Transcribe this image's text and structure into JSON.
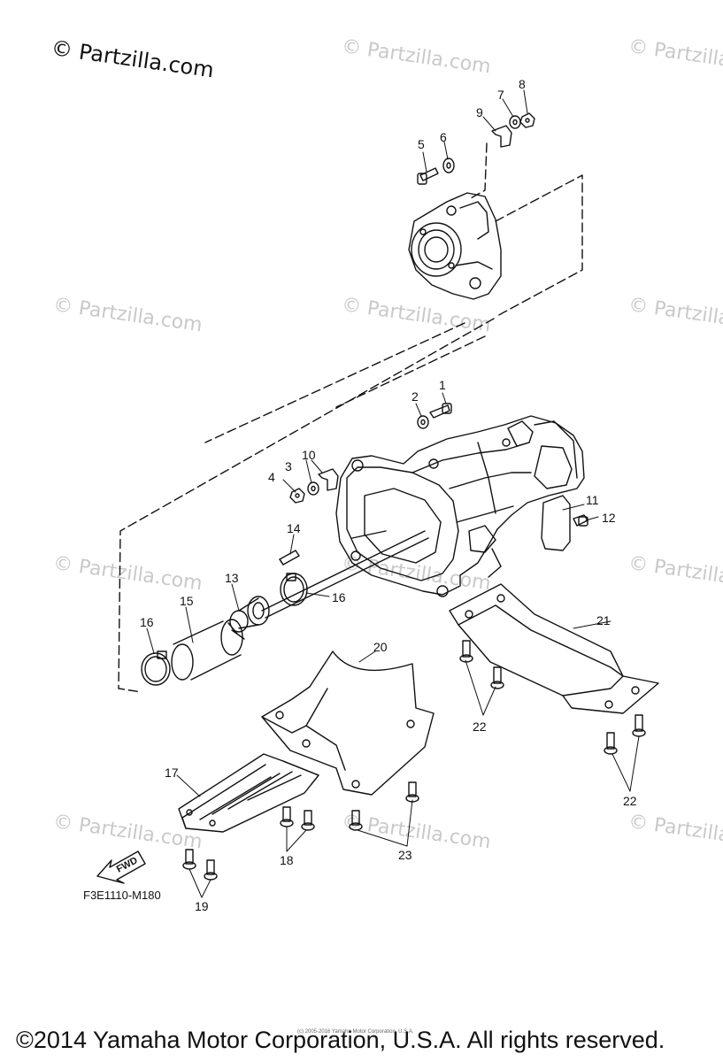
{
  "watermark": {
    "main": "© Partzilla.com",
    "repeat": "© Partzilla.com"
  },
  "callouts": [
    "1",
    "2",
    "3",
    "4",
    "5",
    "6",
    "7",
    "8",
    "9",
    "10",
    "11",
    "12",
    "13",
    "14",
    "15",
    "16",
    "16",
    "17",
    "18",
    "19",
    "20",
    "21",
    "22",
    "22",
    "23"
  ],
  "fwd_label": "FWD",
  "figure_code": "F3E1110-M180",
  "footer": {
    "copyright": "©2014 Yamaha Motor Corporation, U.S.A. All rights reserved.",
    "small_copyright": "(c) 2005-2016 Yamaha Motor Corporation, U.S.A."
  }
}
